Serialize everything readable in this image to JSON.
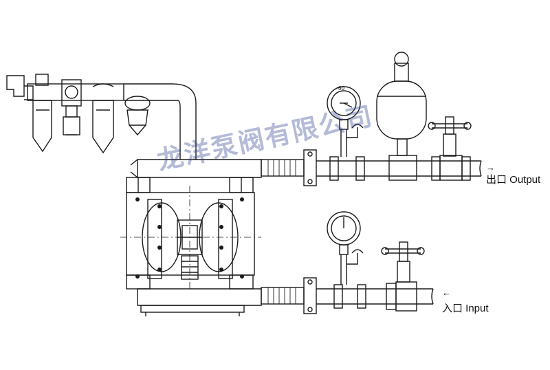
{
  "labels": {
    "output": "出口 Output",
    "input": "入口 Input",
    "output_arrow": "→",
    "input_arrow": "←"
  },
  "gauges": {
    "upper_scale": "60"
  },
  "watermark": "龙洋泵阀有限公司",
  "colors": {
    "line": "#1a1a1a",
    "accent_outline": "#3a4a9a"
  }
}
